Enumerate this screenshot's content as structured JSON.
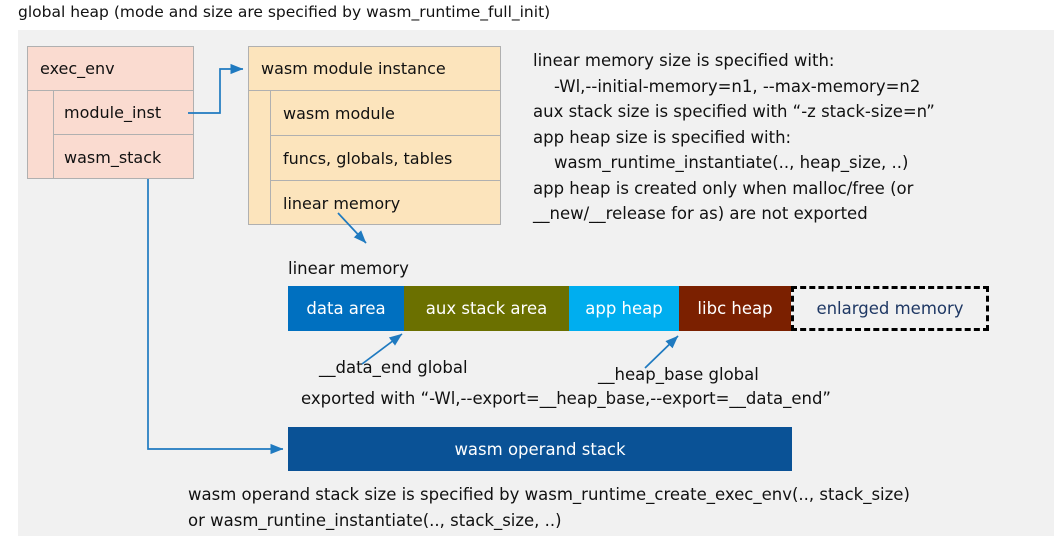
{
  "title": "global heap (mode and size are specified by wasm_runtime_full_init)",
  "colors": {
    "panel_bg": "#f1f1f1",
    "exec_env_fill": "#fadbd0",
    "module_inst_fill": "#fce4bc",
    "box_border": "#b0b0b0",
    "arrow": "#1f7ac0",
    "data_area": "#0070c0",
    "aux_stack_area": "#6b7000",
    "app_heap": "#00aeef",
    "libc_heap": "#7b2000",
    "enlarged_memory_text": "#1f3864",
    "operand_stack": "#0a5296"
  },
  "exec_env": {
    "header": "exec_env",
    "rows": [
      {
        "label": "module_inst"
      },
      {
        "label": "wasm_stack"
      }
    ]
  },
  "module_instance": {
    "header": "wasm module instance",
    "rows": [
      {
        "label": "wasm module"
      },
      {
        "label": "funcs, globals, tables"
      },
      {
        "label": "linear memory"
      }
    ]
  },
  "notes": "linear memory size is specified with:\n    -Wl,--initial-memory=n1, --max-memory=n2\naux stack size is specified with “-z stack-size=n”\napp heap size is specified with:\n    wasm_runtime_instantiate(.., heap_size, ..)\napp heap is created only when malloc/free (or\n__new/__release for as) are not exported",
  "linear_memory": {
    "label": "linear memory",
    "segments": [
      {
        "label": "data area",
        "color": "#0070c0",
        "width": 116
      },
      {
        "label": "aux stack area",
        "color": "#6b7000",
        "width": 165
      },
      {
        "label": "app heap",
        "color": "#00aeef",
        "width": 110
      },
      {
        "label": "libc heap",
        "color": "#7b2000",
        "width": 112
      },
      {
        "label": "enlarged memory",
        "color": "#f1f1f1",
        "width": 198
      }
    ]
  },
  "annotations": {
    "data_end": "__data_end global",
    "heap_base": "__heap_base global",
    "exported_with": "exported with “-Wl,--export=__heap_base,--export=__data_end”"
  },
  "operand_stack": {
    "label": "wasm operand stack",
    "note": "wasm operand stack size is specified by wasm_runtime_create_exec_env(.., stack_size)\nor wasm_runtine_instantiate(.., stack_size, ..)"
  }
}
